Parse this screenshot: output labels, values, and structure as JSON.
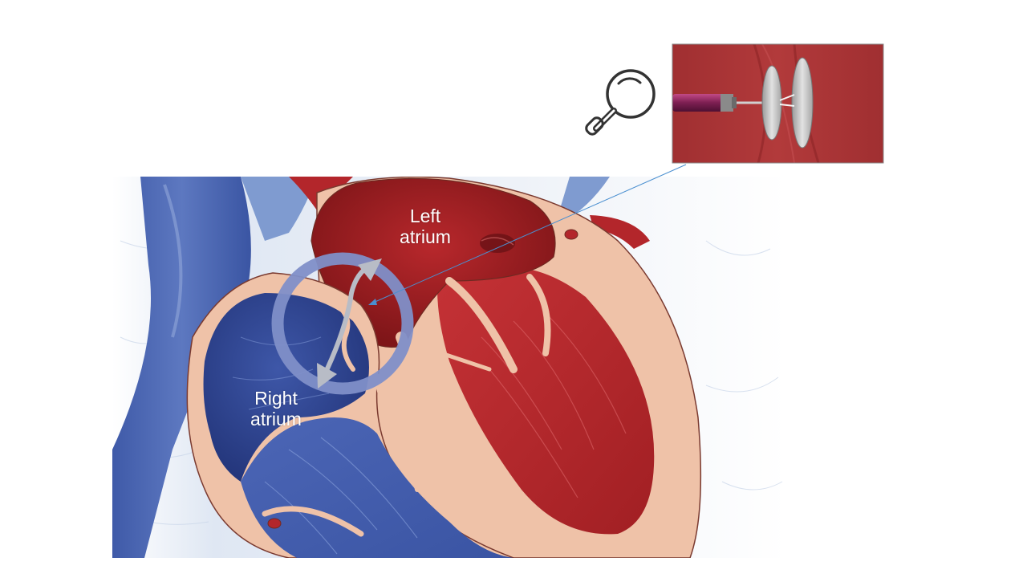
{
  "labels": {
    "left_atrium_line1": "Left",
    "left_atrium_line2": "atrium",
    "right_atrium_line1": "Right",
    "right_atrium_line2": "atrium"
  },
  "icons": {
    "magnifier": "magnifying-glass-icon"
  },
  "colors": {
    "left_heart": "#b7282d",
    "right_heart": "#3d55a5",
    "myocardium": "#efc2a8",
    "highlight_ring": "#7f8fc8",
    "inset_background": "#a93234",
    "pointer_line": "#4a8fd0"
  }
}
